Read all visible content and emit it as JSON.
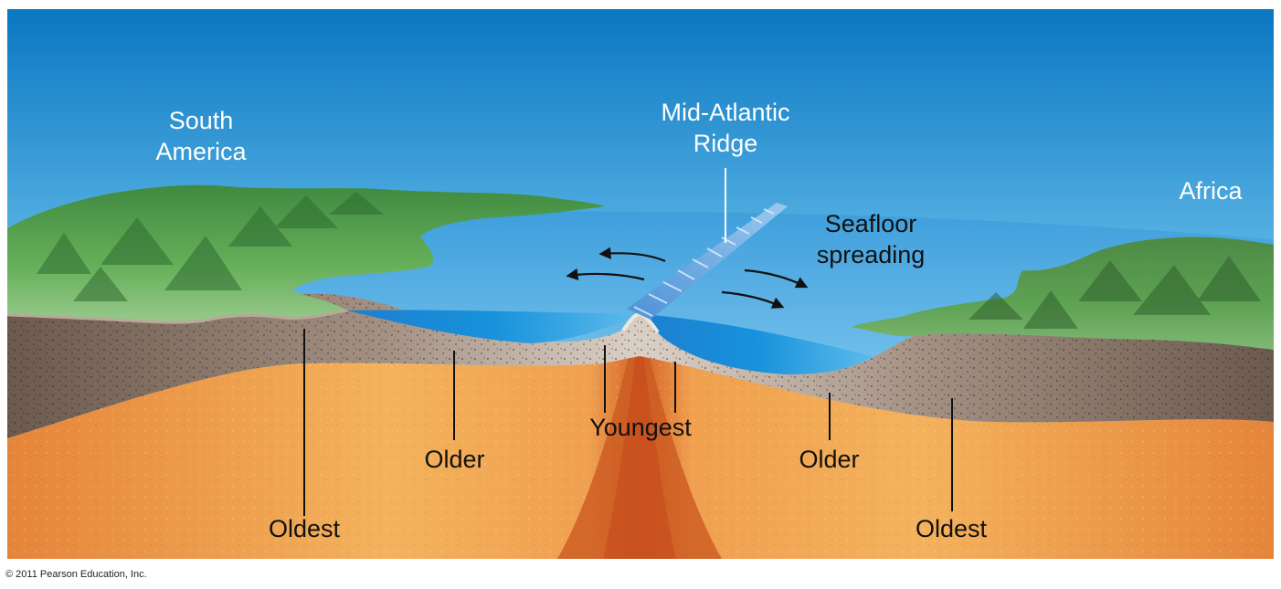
{
  "labels": {
    "south_america_line1": "South",
    "south_america_line2": "America",
    "ridge_line1": "Mid-Atlantic",
    "ridge_line2": "Ridge",
    "africa": "Africa",
    "spreading_line1": "Seafloor",
    "spreading_line2": "spreading",
    "youngest": "Youngest",
    "older_left": "Older",
    "older_right": "Older",
    "oldest_left": "Oldest",
    "oldest_right": "Oldest"
  },
  "copyright": "© 2011 Pearson Education, Inc.",
  "colors": {
    "sky_top": "#0a77c2",
    "sky_bottom": "#c4ebfb",
    "ocean": "#7cc7ef",
    "land_green": "#4f9a4a",
    "crust_brown": "#8e7a6a",
    "mantle_orange": "#e89a4a",
    "mantle_center": "#cc5a22"
  }
}
